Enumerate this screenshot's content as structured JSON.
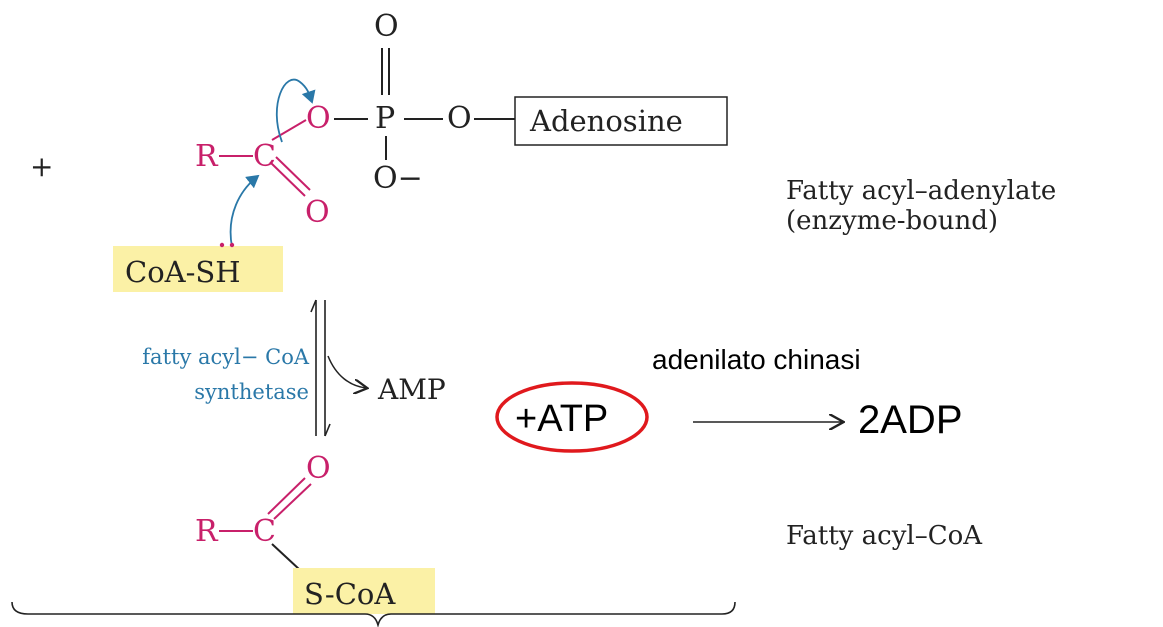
{
  "colors": {
    "pink": "#c8206a",
    "blue": "#2a78a8",
    "black": "#222222",
    "highlight": "#fbf1a6",
    "red_ring": "#e0191d"
  },
  "labels": {
    "plus": "+",
    "o_top": "O",
    "p": "P",
    "o_link": "O",
    "adenosine": "Adenosine",
    "o_minus": "O−",
    "o_acyl_bridge": "O",
    "r1": "R",
    "c1": "C",
    "o_carbonyl1": "O",
    "coash": "CoA-SH",
    "enzyme_line1": "fatty acyl− CoA",
    "enzyme_line2": "synthetase",
    "amp": "AMP",
    "o_carbonyl2": "O",
    "r2": "R",
    "c2": "C",
    "scoa": "S-CoA",
    "fatty_acyl_adenylate": "Fatty acyl–adenylate",
    "enzyme_bound": "(enzyme-bound)",
    "fatty_acyl_coa": "Fatty acyl–CoA",
    "adenilato_chinasi": "adenilato chinasi",
    "atp": "+ATP",
    "adp": "2ADP"
  }
}
